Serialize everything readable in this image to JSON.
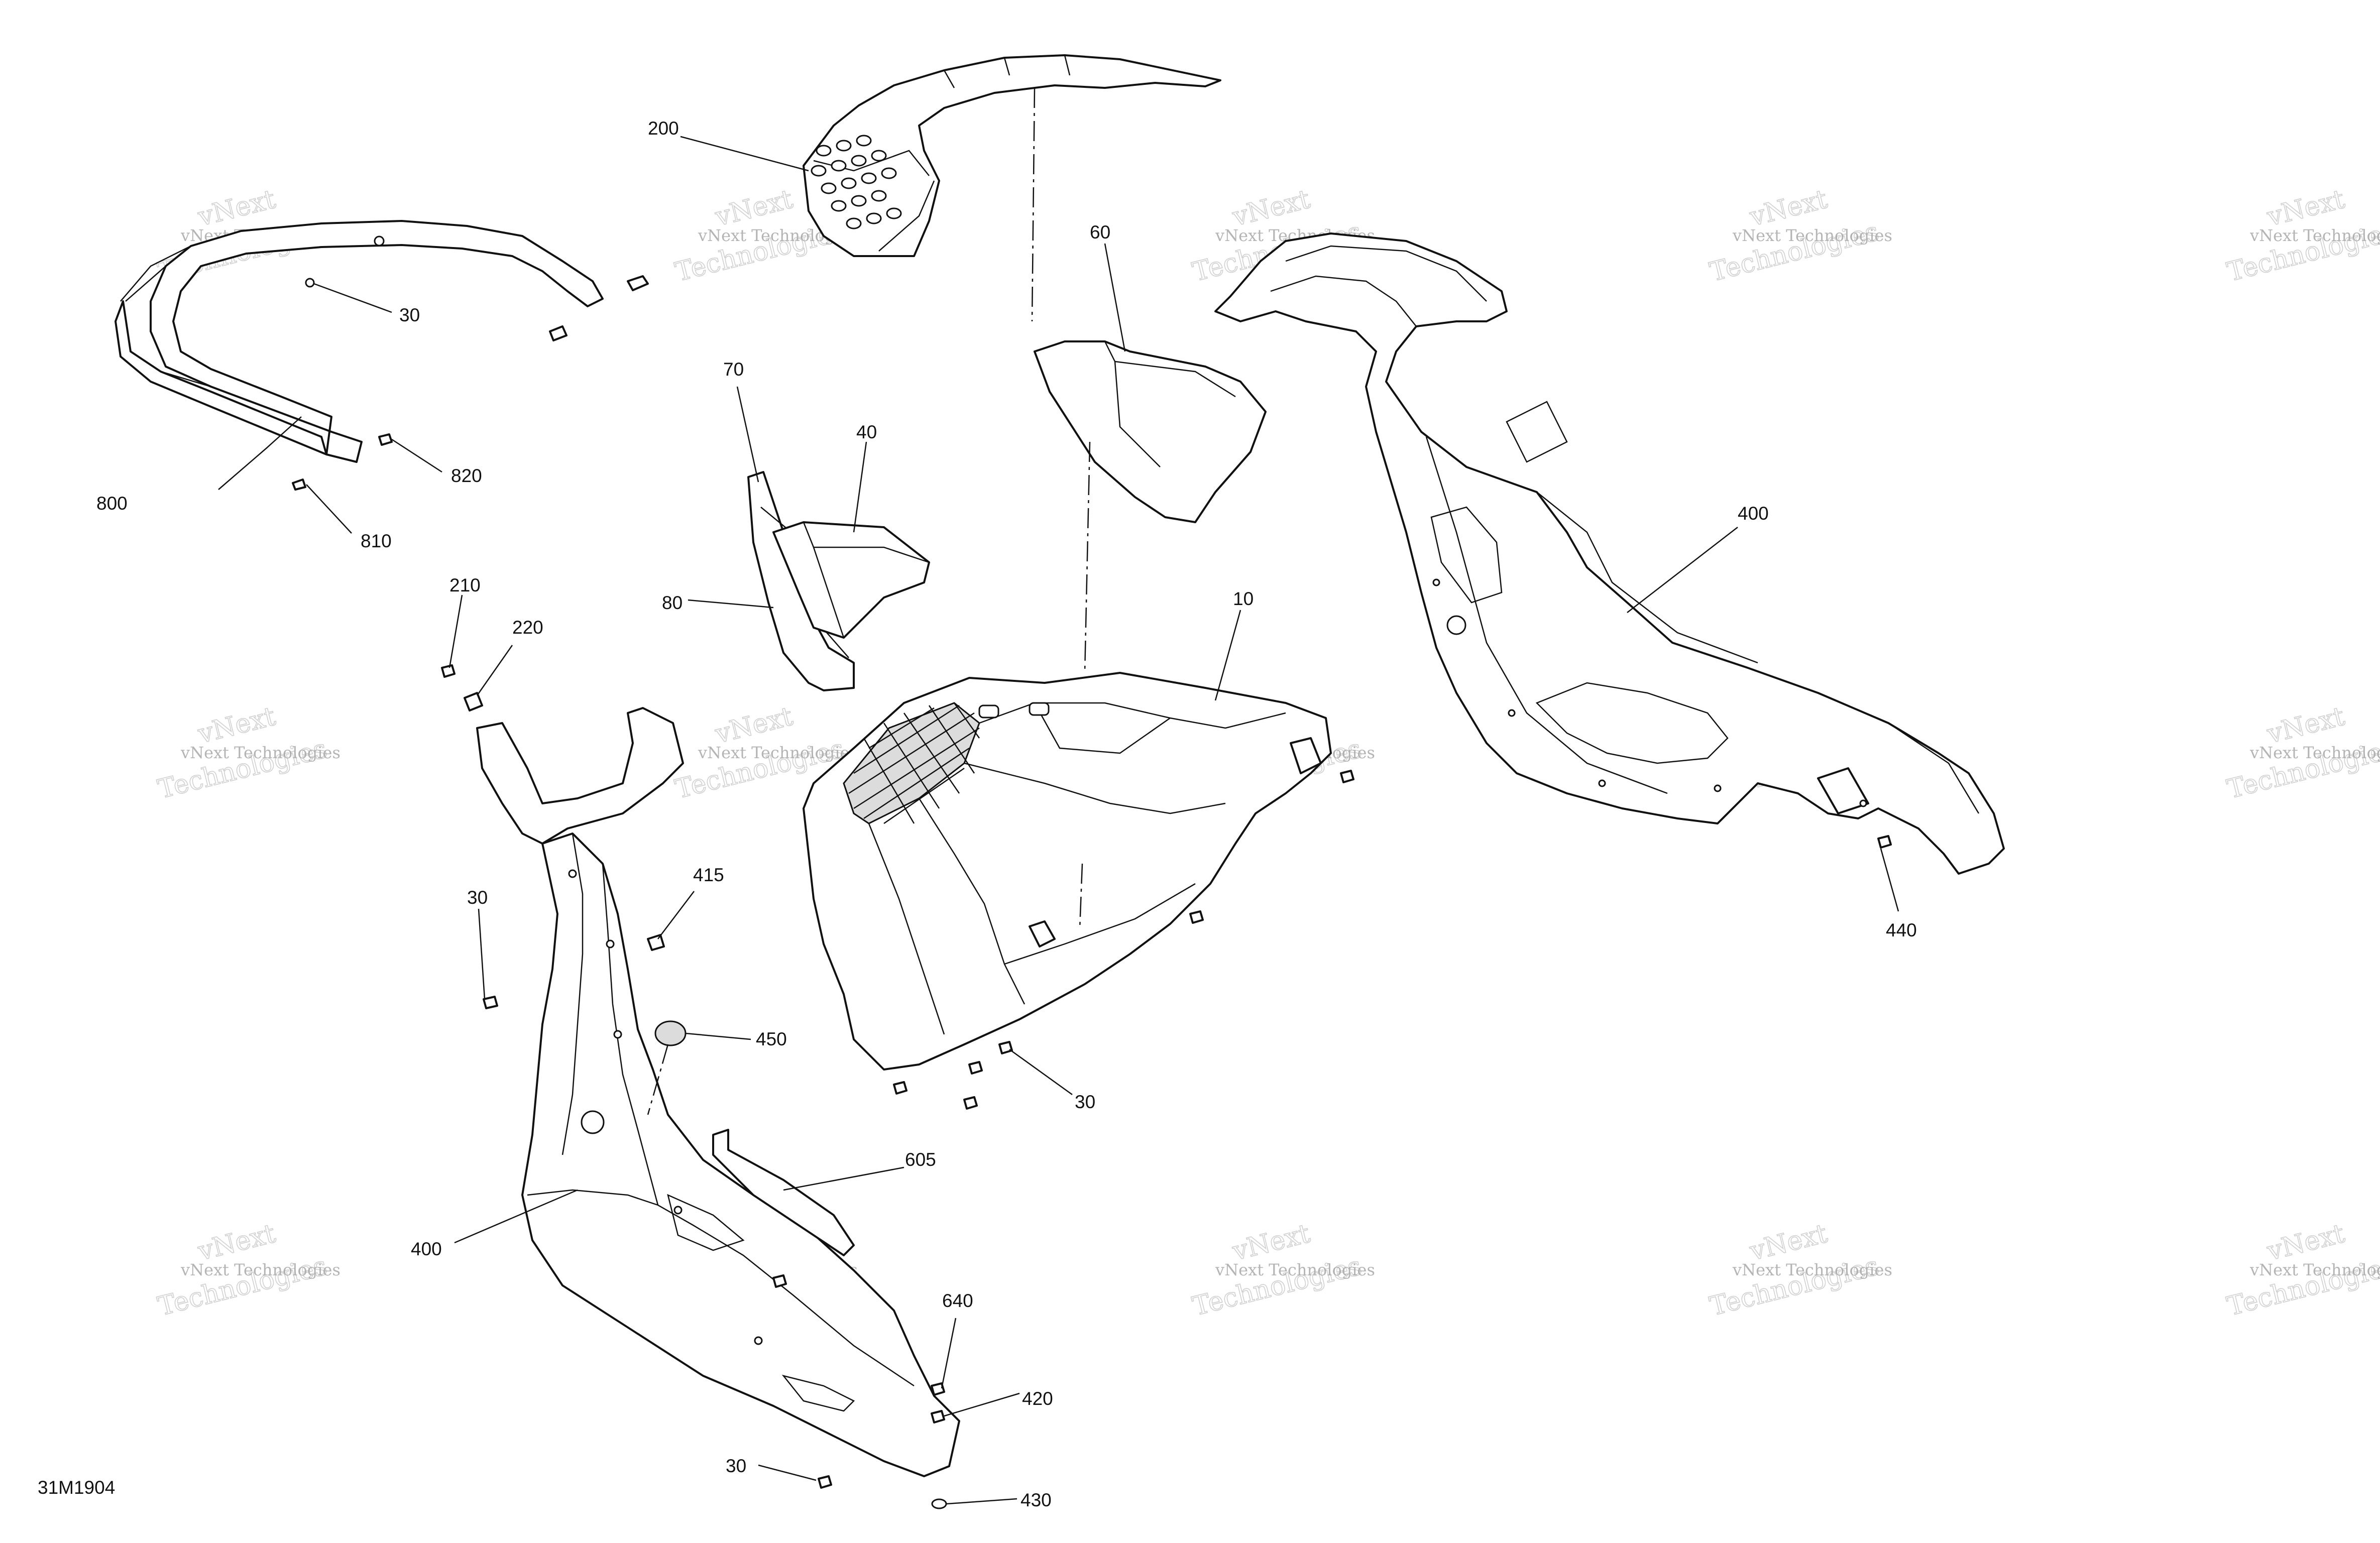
{
  "diagram": {
    "code": "31M1904",
    "callouts": [
      {
        "id": "c200",
        "text": "200"
      },
      {
        "id": "c30a",
        "text": "30"
      },
      {
        "id": "c800",
        "text": "800"
      },
      {
        "id": "c820",
        "text": "820"
      },
      {
        "id": "c810",
        "text": "810"
      },
      {
        "id": "c70",
        "text": "70"
      },
      {
        "id": "c40",
        "text": "40"
      },
      {
        "id": "c80",
        "text": "80"
      },
      {
        "id": "c60",
        "text": "60"
      },
      {
        "id": "c10",
        "text": "10"
      },
      {
        "id": "c400a",
        "text": "400"
      },
      {
        "id": "c440",
        "text": "440"
      },
      {
        "id": "c210",
        "text": "210"
      },
      {
        "id": "c220",
        "text": "220"
      },
      {
        "id": "c30b",
        "text": "30"
      },
      {
        "id": "c415",
        "text": "415"
      },
      {
        "id": "c450",
        "text": "450"
      },
      {
        "id": "c30c",
        "text": "30"
      },
      {
        "id": "c605",
        "text": "605"
      },
      {
        "id": "c400b",
        "text": "400"
      },
      {
        "id": "c640",
        "text": "640"
      },
      {
        "id": "c420",
        "text": "420"
      },
      {
        "id": "c30d",
        "text": "30"
      },
      {
        "id": "c430",
        "text": "430"
      }
    ]
  },
  "watermark": {
    "line1": "vNext Technologies",
    "line2": "vNext",
    "line3": "Technologies"
  }
}
